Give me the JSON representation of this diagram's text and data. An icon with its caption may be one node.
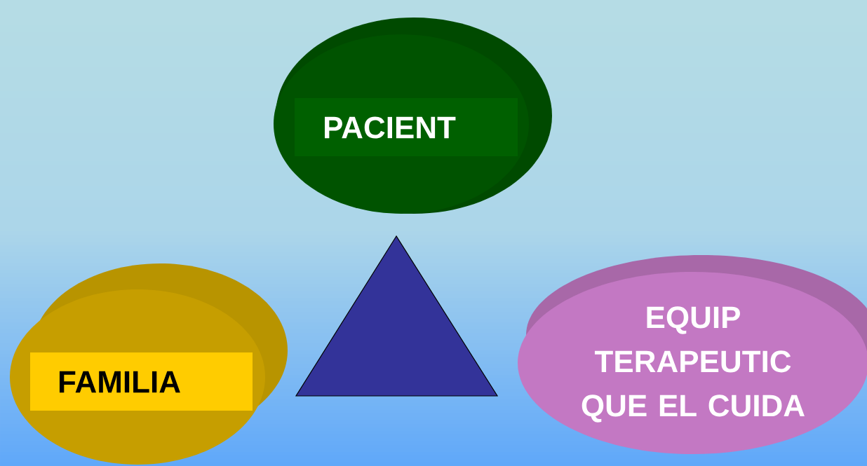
{
  "diagram": {
    "nodes": [
      {
        "text": [
          "PACIENT"
        ]
      },
      {
        "text": [
          "FAMILIA"
        ]
      },
      {
        "text": [
          "EQUIP TERAPEUTIC QUE EL CUIDA"
        ]
      },
      {
        "text": [],
        "shape": "triangle"
      }
    ]
  }
}
